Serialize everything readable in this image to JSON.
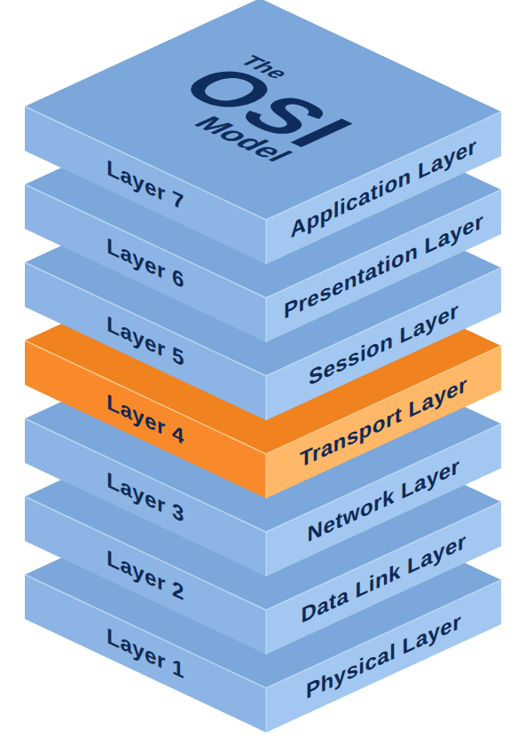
{
  "diagram": {
    "nodes": [
      {
        "text": [
          "Layer 7",
          "Application Layer"
        ]
      },
      {
        "text": [
          "Layer 6",
          "Presentation Layer"
        ]
      },
      {
        "text": [
          "Layer 5",
          "Session Layer"
        ]
      },
      {
        "text": [
          "Layer 4",
          "Transport Layer"
        ]
      },
      {
        "text": [
          "Layer 3",
          "Network Layer"
        ]
      },
      {
        "text": [
          "Layer 2",
          "Data Link Layer"
        ]
      },
      {
        "text": [
          "Layer 1",
          "Physical Layer"
        ]
      }
    ],
    "labels": [
      "The",
      "OSI",
      "Model"
    ]
  }
}
